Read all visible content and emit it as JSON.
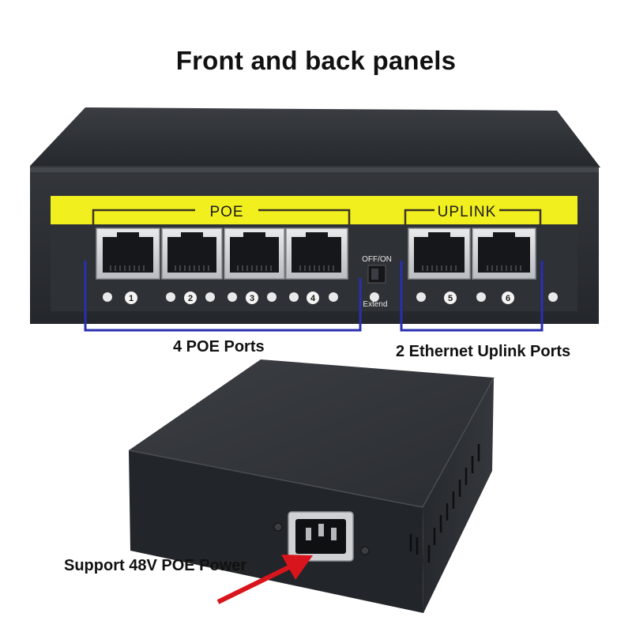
{
  "title": "Front and back panels",
  "front_panel": {
    "poe_group_label": "POE",
    "uplink_group_label": "UPLINK",
    "switch_label_top": "OFF/ON",
    "switch_label_bottom": "Extend",
    "port_numbers": [
      "1",
      "2",
      "3",
      "4",
      "5",
      "6"
    ]
  },
  "captions": {
    "poe_ports": "4 POE Ports",
    "uplink_ports": "2 Ethernet Uplink Ports",
    "power": "Support 48V POE Power"
  },
  "colors": {
    "label_strip": "#f2ef1f",
    "bracket": "#2a2fb0",
    "arrow": "#d8141c",
    "chassis": "#2b2e33"
  }
}
